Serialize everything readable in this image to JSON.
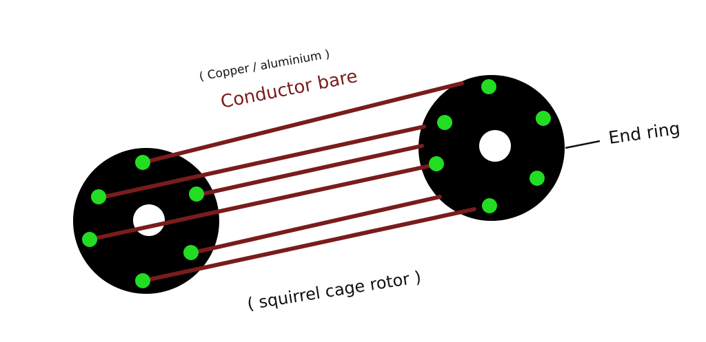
{
  "labels": {
    "material": "( Copper / aluminium )",
    "conductor": "Conductor bare",
    "end_ring": "End ring",
    "rotor": "( squirrel cage rotor )"
  },
  "colors": {
    "ring": "#000000",
    "bar": "#7a1c1c",
    "dot": "#22dd22",
    "hole": "#ffffff",
    "label": "#111111",
    "conductor_label": "#7a1c1c"
  }
}
